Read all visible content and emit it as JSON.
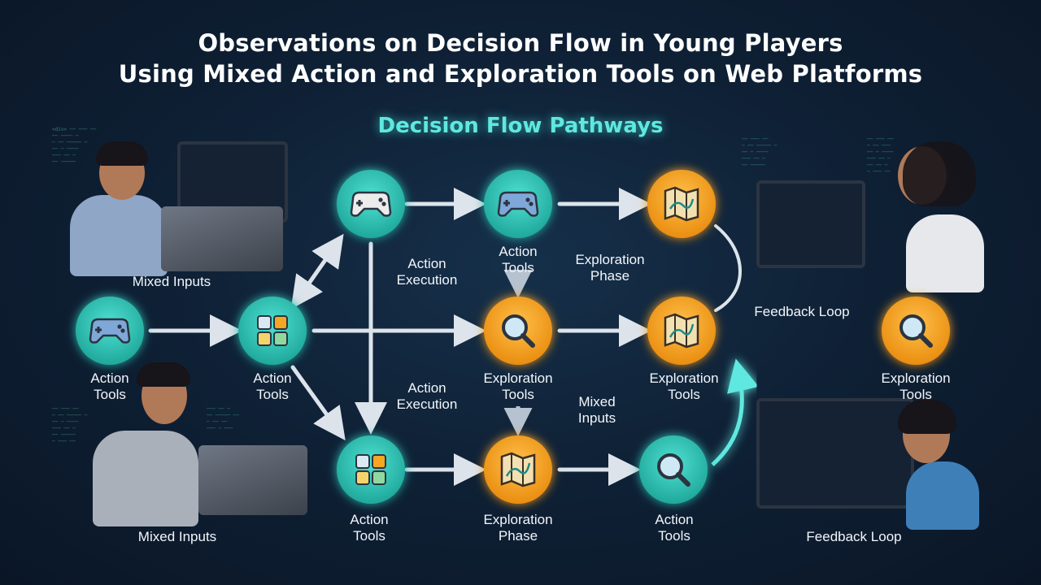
{
  "title_line1": "Observations on Decision Flow in Young Players",
  "title_line2": "Using Mixed Action and Exploration Tools on Web Platforms",
  "subtitle": "Decision Flow Pathways",
  "colors": {
    "teal": "#35c9bb",
    "orange": "#f5a623",
    "arrow": "#e8eef5",
    "glow": "#40e0d0"
  },
  "nodes": [
    {
      "id": "n-top-gamepad",
      "icon": "gamepad-icon",
      "color": "teal",
      "label": ""
    },
    {
      "id": "n-top-action-tools",
      "icon": "gamepad-icon",
      "color": "teal",
      "label": "Action\nTools"
    },
    {
      "id": "n-top-map",
      "icon": "map-icon",
      "color": "orange",
      "label": ""
    },
    {
      "id": "n-left-action-tools",
      "icon": "gamepad-icon",
      "color": "teal",
      "label": "Action\nTools"
    },
    {
      "id": "n-mid-action-tools",
      "icon": "tool-grid-icon",
      "color": "teal",
      "label": "Action\nTools"
    },
    {
      "id": "n-mid-exploration-tools",
      "icon": "magnifier-icon",
      "color": "orange",
      "label": "Exploration\nTools"
    },
    {
      "id": "n-mid-exploration-tools-2",
      "icon": "map-icon",
      "color": "orange",
      "label": "Exploration\nTools"
    },
    {
      "id": "n-right-exploration-tools",
      "icon": "magnifier-icon",
      "color": "orange",
      "label": "Exploration\nTools"
    },
    {
      "id": "n-bot-action-tools",
      "icon": "tool-grid-icon",
      "color": "teal",
      "label": "Action\nTools"
    },
    {
      "id": "n-bot-exploration-phase",
      "icon": "map-icon",
      "color": "orange",
      "label": "Exploration\nPhase"
    },
    {
      "id": "n-bot-action-tools-2",
      "icon": "magnifier-icon",
      "color": "teal",
      "label": "Action\nTools"
    }
  ],
  "edge_labels": {
    "action_execution_top": "Action\nExecution",
    "exploration_phase_top": "Exploration\nPhase",
    "feedback_loop": "Feedback Loop",
    "action_execution_mid": "Action\nExecution",
    "mixed_inputs_mid": "Mixed\nInputs"
  },
  "photo_labels": {
    "top_left": "Mixed Inputs",
    "bottom_left": "Mixed Inputs",
    "bottom_right": "Feedback Loop"
  }
}
